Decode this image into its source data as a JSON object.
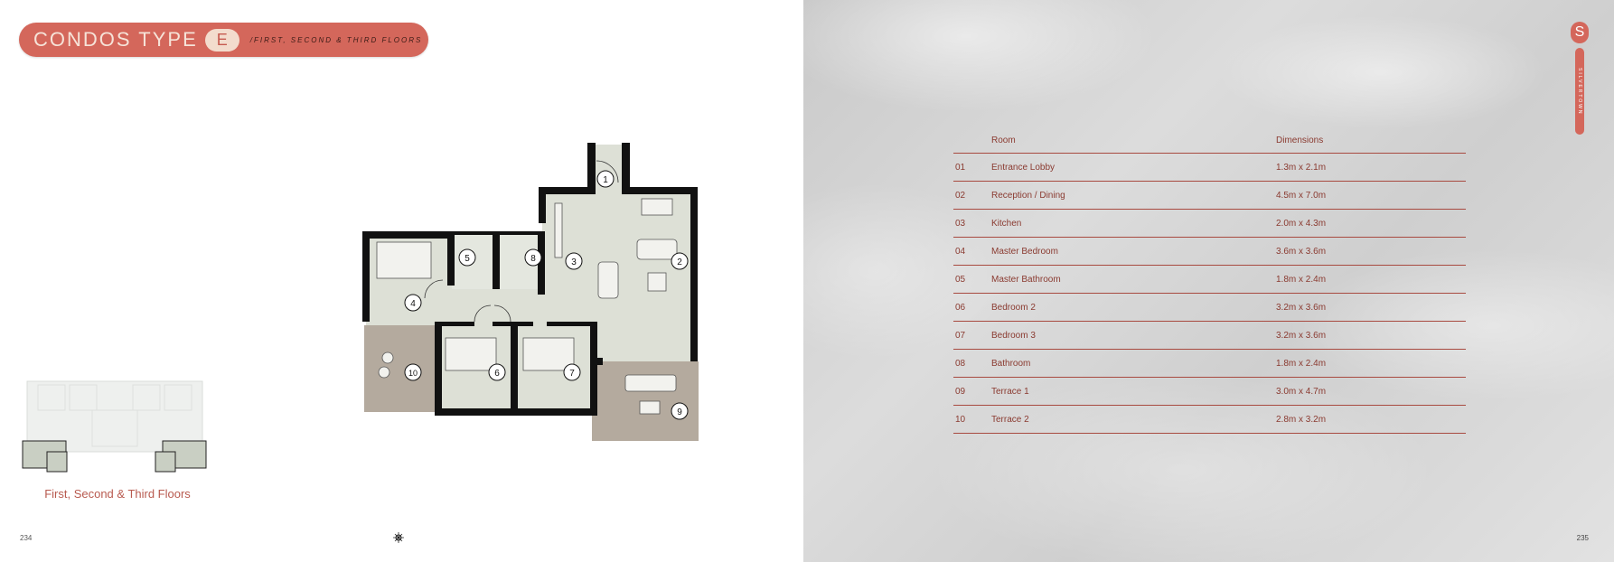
{
  "header": {
    "title": "CONDOS TYPE",
    "type_letter": "E",
    "subtitle": "/FIRST, SECOND & THIRD FLOORS"
  },
  "keyplan": {
    "caption": "First, Second & Third Floors"
  },
  "floorplan": {
    "room_numbers": [
      "1",
      "2",
      "3",
      "4",
      "5",
      "6",
      "7",
      "8",
      "9",
      "10"
    ]
  },
  "pages": {
    "left": "234",
    "right": "235"
  },
  "logo": {
    "letter": "S",
    "wordmark": "SILVERTOWN"
  },
  "table": {
    "headers": {
      "room": "Room",
      "dimensions": "Dimensions"
    },
    "rows": [
      {
        "no": "01",
        "room": "Entrance Lobby",
        "dim": "1.3m x 2.1m"
      },
      {
        "no": "02",
        "room": "Reception / Dining",
        "dim": "4.5m x 7.0m"
      },
      {
        "no": "03",
        "room": "Kitchen",
        "dim": "2.0m x 4.3m"
      },
      {
        "no": "04",
        "room": "Master Bedroom",
        "dim": "3.6m x 3.6m"
      },
      {
        "no": "05",
        "room": "Master Bathroom",
        "dim": "1.8m x 2.4m"
      },
      {
        "no": "06",
        "room": "Bedroom 2",
        "dim": "3.2m x 3.6m"
      },
      {
        "no": "07",
        "room": "Bedroom 3",
        "dim": "3.2m x 3.6m"
      },
      {
        "no": "08",
        "room": "Bathroom",
        "dim": "1.8m x 2.4m"
      },
      {
        "no": "09",
        "room": "Terrace 1",
        "dim": "3.0m x 4.7m"
      },
      {
        "no": "10",
        "room": "Terrace 2",
        "dim": "2.8m x 3.2m"
      }
    ]
  },
  "colors": {
    "accent": "#d4675b",
    "text": "#8a3a30",
    "rule": "#a84a40",
    "floor": "#dde0d6",
    "wall": "#111111",
    "terrace": "#b4aa9e"
  }
}
